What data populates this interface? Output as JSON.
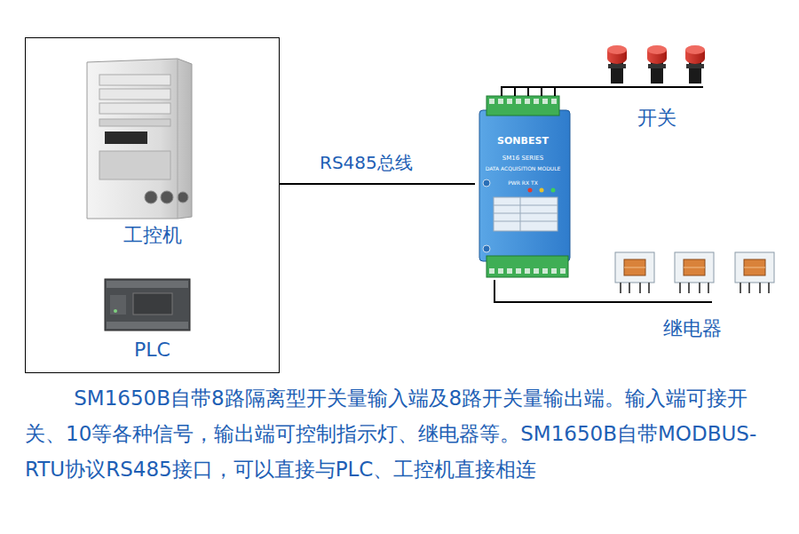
{
  "diagram": {
    "caption": "SM1650B自带8路隔离型开关量输入端及8路开关量输出端。输入端可接开关、10等各种信号，输出端可控制指示灯、继电器等。SM1650B自带MODBUS-RTU协议RS485接口，可以直接与PLC、工控机直接相连",
    "nodes": [
      {
        "text": [
          "工控机",
          "PLC"
        ]
      },
      {
        "text": [
          "SONBEST",
          "SM16 SERIES",
          "DATA ACQUISITION MODULE",
          "PWR RX TX"
        ]
      },
      {
        "text": [
          "开关"
        ]
      },
      {
        "text": [
          "继电器"
        ]
      }
    ],
    "edges": [
      {
        "from": 0,
        "to": 1,
        "arrow": "none",
        "label": "RS485总线"
      },
      {
        "from": 1,
        "to": 2,
        "arrow": "none"
      },
      {
        "from": 1,
        "to": 3,
        "arrow": "none"
      }
    ]
  }
}
